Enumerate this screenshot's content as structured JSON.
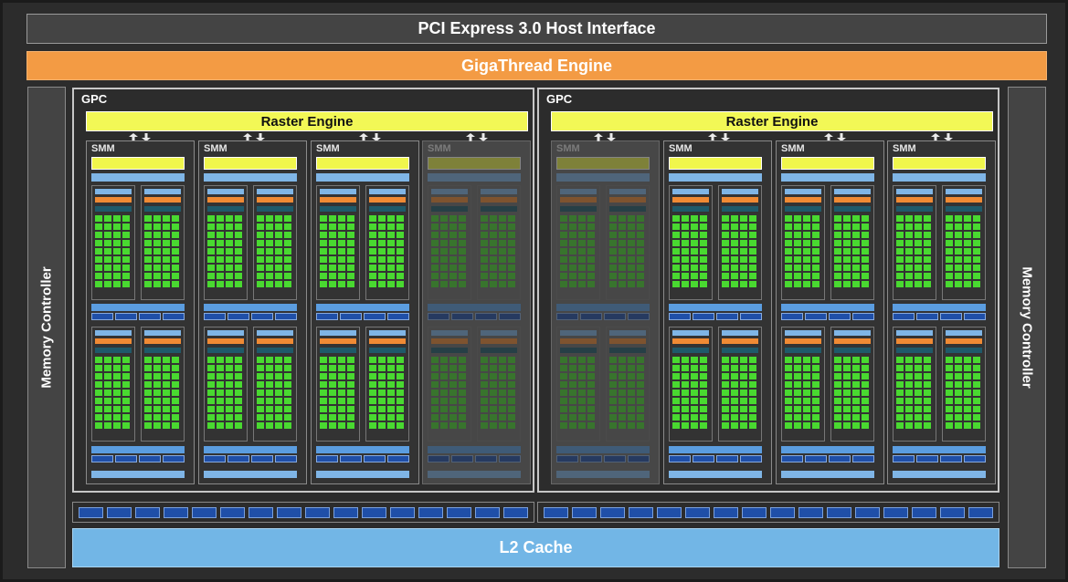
{
  "header": {
    "pci": "PCI Express 3.0 Host Interface",
    "gigathread": "GigaThread Engine"
  },
  "memory_controller": {
    "left": "Memory Controller",
    "right": "Memory Controller"
  },
  "gpcs": [
    {
      "label": "GPC",
      "raster": "Raster Engine",
      "smms": [
        {
          "label": "SMM",
          "enabled": true
        },
        {
          "label": "SMM",
          "enabled": true
        },
        {
          "label": "SMM",
          "enabled": true
        },
        {
          "label": "SMM",
          "enabled": false
        }
      ]
    },
    {
      "label": "GPC",
      "raster": "Raster Engine",
      "smms": [
        {
          "label": "SMM",
          "enabled": false
        },
        {
          "label": "SMM",
          "enabled": true
        },
        {
          "label": "SMM",
          "enabled": true
        },
        {
          "label": "SMM",
          "enabled": true
        }
      ]
    }
  ],
  "l2_cache": "L2 Cache",
  "colors": {
    "background": "#2c2c2c",
    "gigathread": "#f39b44",
    "raster": "#f2f856",
    "cuda_core": "#49d930",
    "l2": "#72b6e6",
    "dark_blue": "#1f4fa8"
  },
  "icons": {
    "raster_link": "bidirectional-arrow-icon"
  }
}
